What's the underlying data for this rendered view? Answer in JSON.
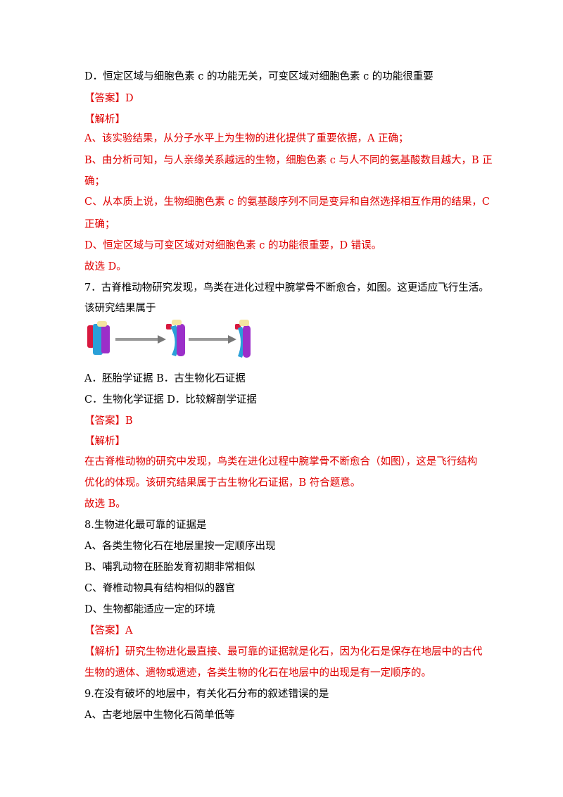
{
  "q6": {
    "option_d": "D．恒定区域与细胞色素 c 的功能无关，可变区域对细胞色素 c 的功能很重要",
    "answer": "【答案】D",
    "analysis_label": "【解析】",
    "analysis": [
      "A、该实验结果，从分子水平上为生物的进化提供了重要依据，A 正确；",
      "B、由分析可知，与人亲缘关系越远的生物，细胞色素 c 与人不同的氨基酸数目越大，B 正",
      "确；",
      "C、从本质上说，生物细胞色素 c 的氨基酸序列不同是变异和自然选择相互作用的结果，C",
      "正确；",
      "D、恒定区域与可变区域对对细胞色素 c 的功能很重要，D 错误。"
    ],
    "conclusion": "故选 D。"
  },
  "q7": {
    "stem": [
      "7．古脊椎动物研究发现，鸟类在进化过程中腕掌骨不断愈合，如图。这更适应飞行生活。",
      "该研究结果属于"
    ],
    "options": [
      "A．胚胎学证据    B．古生物化石证据",
      "C．生物化学证据 D．比较解剖学证据"
    ],
    "answer": "【答案】B",
    "analysis_label": "【解析】",
    "analysis": [
      "在古脊椎动物的研究中发现，鸟类在进化过程中腕掌骨不断愈合（如图），这是飞行结构",
      "优化的体现。该研究结果属于古生物化石证据，B 符合题意。"
    ],
    "conclusion": "故选 B。"
  },
  "q8": {
    "stem": "8.生物进化最可靠的证据是",
    "options": [
      "A、各类生物化石在地层里按一定顺序出现",
      "B、哺乳动物在胚胎发育初期非常相似",
      "C、脊椎动物具有结构相似的器官",
      "D、生物都能适应一定的环境"
    ],
    "answer": "【答案】A",
    "analysis": [
      "【解析】研究生物进化最直接、最可靠的证据就是化石，因为化石是保存在地层中的古代",
      "生物的遗体、遗物或遗迹，各类生物的化石在地层中的出现是有一定顺序的。"
    ]
  },
  "q9": {
    "stem": "9.在没有破坏的地层中，有关化石分布的叙述错误的是",
    "option_a": "A、古老地层中生物化石简单低等"
  },
  "colors": {
    "analysis_red": "#e00000",
    "text": "#000000"
  }
}
